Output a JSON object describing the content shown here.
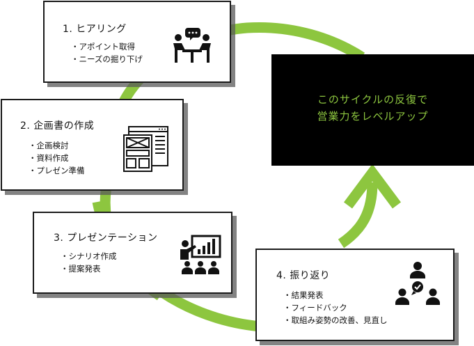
{
  "summary": {
    "line1": "このサイクルの反復で",
    "line2": "営業力をレベルアップ"
  },
  "steps": [
    {
      "title": "1. ヒアリング",
      "items": [
        "・アポイント取得",
        "・ニーズの掘り下げ"
      ],
      "icon": "meeting-icon"
    },
    {
      "title": "2. 企画書の作成",
      "items": [
        "・企画検討",
        "・資料作成",
        "・プレゼン準備"
      ],
      "icon": "document-layout-icon"
    },
    {
      "title": "3. プレゼンテーション",
      "items": [
        "・シナリオ作成",
        "・提案発表"
      ],
      "icon": "presentation-icon"
    },
    {
      "title": "4. 振り返り",
      "items": [
        "・結果発表",
        "・フィードバック",
        "・取組み姿勢の改善、見直し"
      ],
      "icon": "team-feedback-icon"
    }
  ],
  "colors": {
    "accent": "#8dc63f",
    "text": "#111111",
    "border": "#1a1a1a",
    "box": "#000000"
  }
}
